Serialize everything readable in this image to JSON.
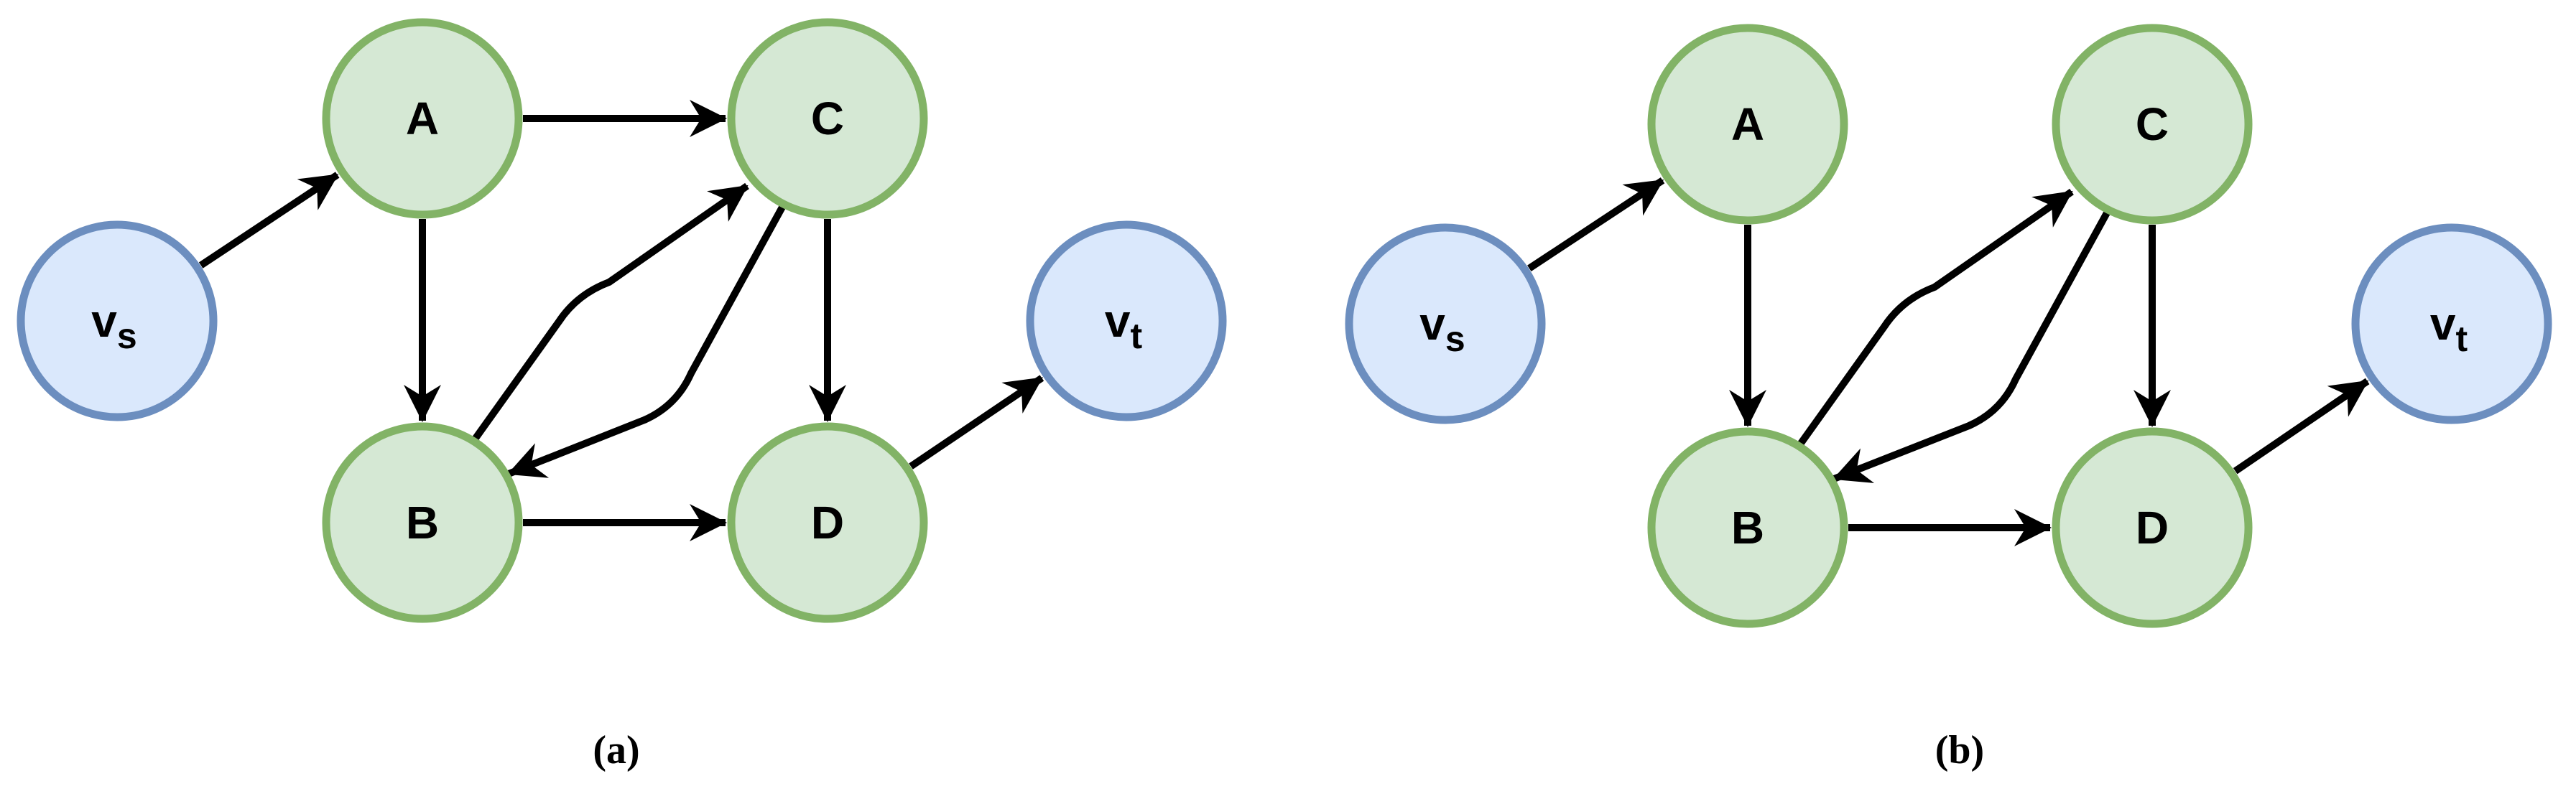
{
  "colors": {
    "endpoint_fill": "#dae8fc",
    "endpoint_stroke": "#6c8ebf",
    "inner_fill": "#d5e8d4",
    "inner_stroke": "#82b366",
    "edge": "#000000"
  },
  "diagrams": [
    {
      "caption": "(a)",
      "nodes": [
        {
          "id": "vs",
          "label": "v",
          "sub": "s",
          "kind": "endpoint"
        },
        {
          "id": "A",
          "label": "A",
          "kind": "inner"
        },
        {
          "id": "B",
          "label": "B",
          "kind": "inner"
        },
        {
          "id": "C",
          "label": "C",
          "kind": "inner"
        },
        {
          "id": "D",
          "label": "D",
          "kind": "inner"
        },
        {
          "id": "vt",
          "label": "v",
          "sub": "t",
          "kind": "endpoint"
        }
      ],
      "edges": [
        {
          "from": "vs",
          "to": "A"
        },
        {
          "from": "A",
          "to": "C"
        },
        {
          "from": "A",
          "to": "B"
        },
        {
          "from": "B",
          "to": "C"
        },
        {
          "from": "C",
          "to": "B"
        },
        {
          "from": "C",
          "to": "D"
        },
        {
          "from": "B",
          "to": "D"
        },
        {
          "from": "D",
          "to": "vt"
        }
      ]
    },
    {
      "caption": "(b)",
      "nodes": [
        {
          "id": "vs",
          "label": "v",
          "sub": "s",
          "kind": "endpoint"
        },
        {
          "id": "A",
          "label": "A",
          "kind": "inner"
        },
        {
          "id": "B",
          "label": "B",
          "kind": "inner"
        },
        {
          "id": "C",
          "label": "C",
          "kind": "inner"
        },
        {
          "id": "D",
          "label": "D",
          "kind": "inner"
        },
        {
          "id": "vt",
          "label": "v",
          "sub": "t",
          "kind": "endpoint"
        }
      ],
      "edges": [
        {
          "from": "vs",
          "to": "A"
        },
        {
          "from": "A",
          "to": "B"
        },
        {
          "from": "B",
          "to": "C"
        },
        {
          "from": "C",
          "to": "B"
        },
        {
          "from": "C",
          "to": "D"
        },
        {
          "from": "B",
          "to": "D"
        },
        {
          "from": "D",
          "to": "vt"
        }
      ]
    }
  ]
}
